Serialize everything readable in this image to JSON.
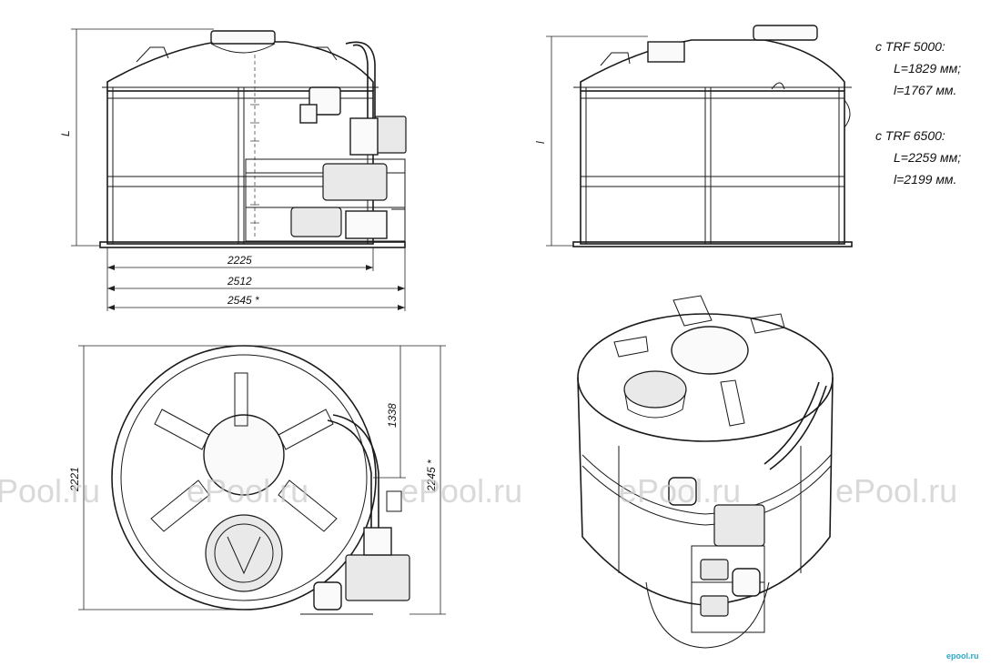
{
  "dimensions": {
    "side_L": "L",
    "width_2225": "2225",
    "width_2512": "2512",
    "width_2545": "2545 *",
    "front_l": "l",
    "top_2221": "2221",
    "top_1338": "1338",
    "top_2245": "2245 *"
  },
  "notes": {
    "trf5000_head": "c TRF 5000:",
    "trf5000_L": "L=1829 мм;",
    "trf5000_l": "l=1767 мм.",
    "trf6500_head": "c TRF 6500:",
    "trf6500_L": "L=2259 мм;",
    "trf6500_l": "l=2199 мм."
  },
  "watermarks": [
    "Pool.ru",
    "ePool.ru",
    "ePool.ru",
    "ePool.ru",
    "ePool.ru"
  ],
  "logo": "epool.ru"
}
